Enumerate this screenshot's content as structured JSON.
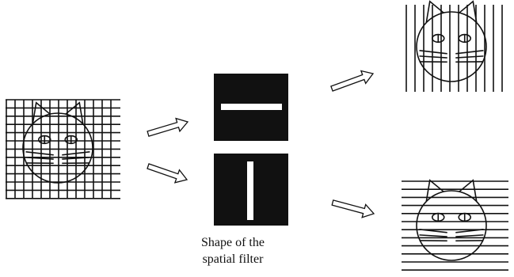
{
  "caption": {
    "line1": "Shape of the",
    "line2": "spatial filter"
  },
  "colors": {
    "ink": "#111111",
    "filter_background": "#111111",
    "filter_slit": "#ffffff",
    "arrow_fill": "#ffffff"
  },
  "panels": [
    {
      "name": "input-image",
      "content": "cat-face",
      "gratings": [
        "horizontal",
        "vertical"
      ]
    },
    {
      "name": "horizontal-slit-filter",
      "slit": "horizontal"
    },
    {
      "name": "vertical-slit-filter",
      "slit": "vertical"
    },
    {
      "name": "output-vertical-lines",
      "content": "cat-face",
      "gratings": [
        "vertical"
      ]
    },
    {
      "name": "output-horizontal-lines",
      "content": "cat-face",
      "gratings": [
        "horizontal"
      ]
    }
  ],
  "arrows": [
    "input-to-top-filter",
    "input-to-bottom-filter",
    "top-filter-to-top-output",
    "bottom-filter-to-bottom-output"
  ]
}
